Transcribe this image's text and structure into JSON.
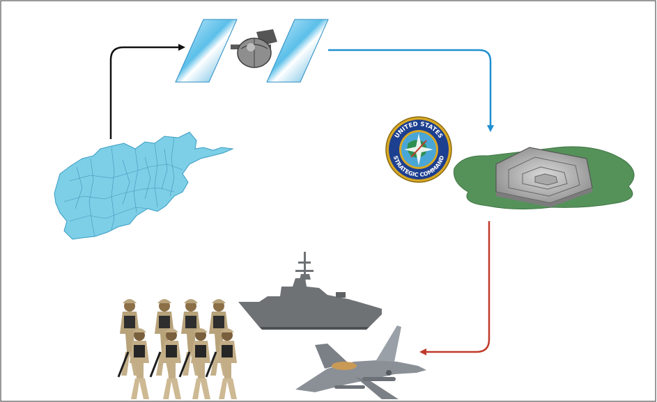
{
  "seal": {
    "top_text": "UNITED STATES",
    "bottom_text": "STRATEGIC COMMAND"
  },
  "arrows": [
    {
      "from": "afghanistan-map",
      "to": "satellite",
      "color": "#111111"
    },
    {
      "from": "satellite",
      "to": "pentagon",
      "color": "#1f8fd0"
    },
    {
      "from": "pentagon",
      "to": "fighter-jet",
      "color": "#c0392b"
    }
  ],
  "colors": {
    "map_fill": "#7ccfe6",
    "ground": "#55925a",
    "solar_panel": "#6fc6ee",
    "ship": "#6f7275",
    "jet": "#8b9097",
    "seal_blue": "#1d3f8f",
    "seal_gold": "#d9a824"
  }
}
